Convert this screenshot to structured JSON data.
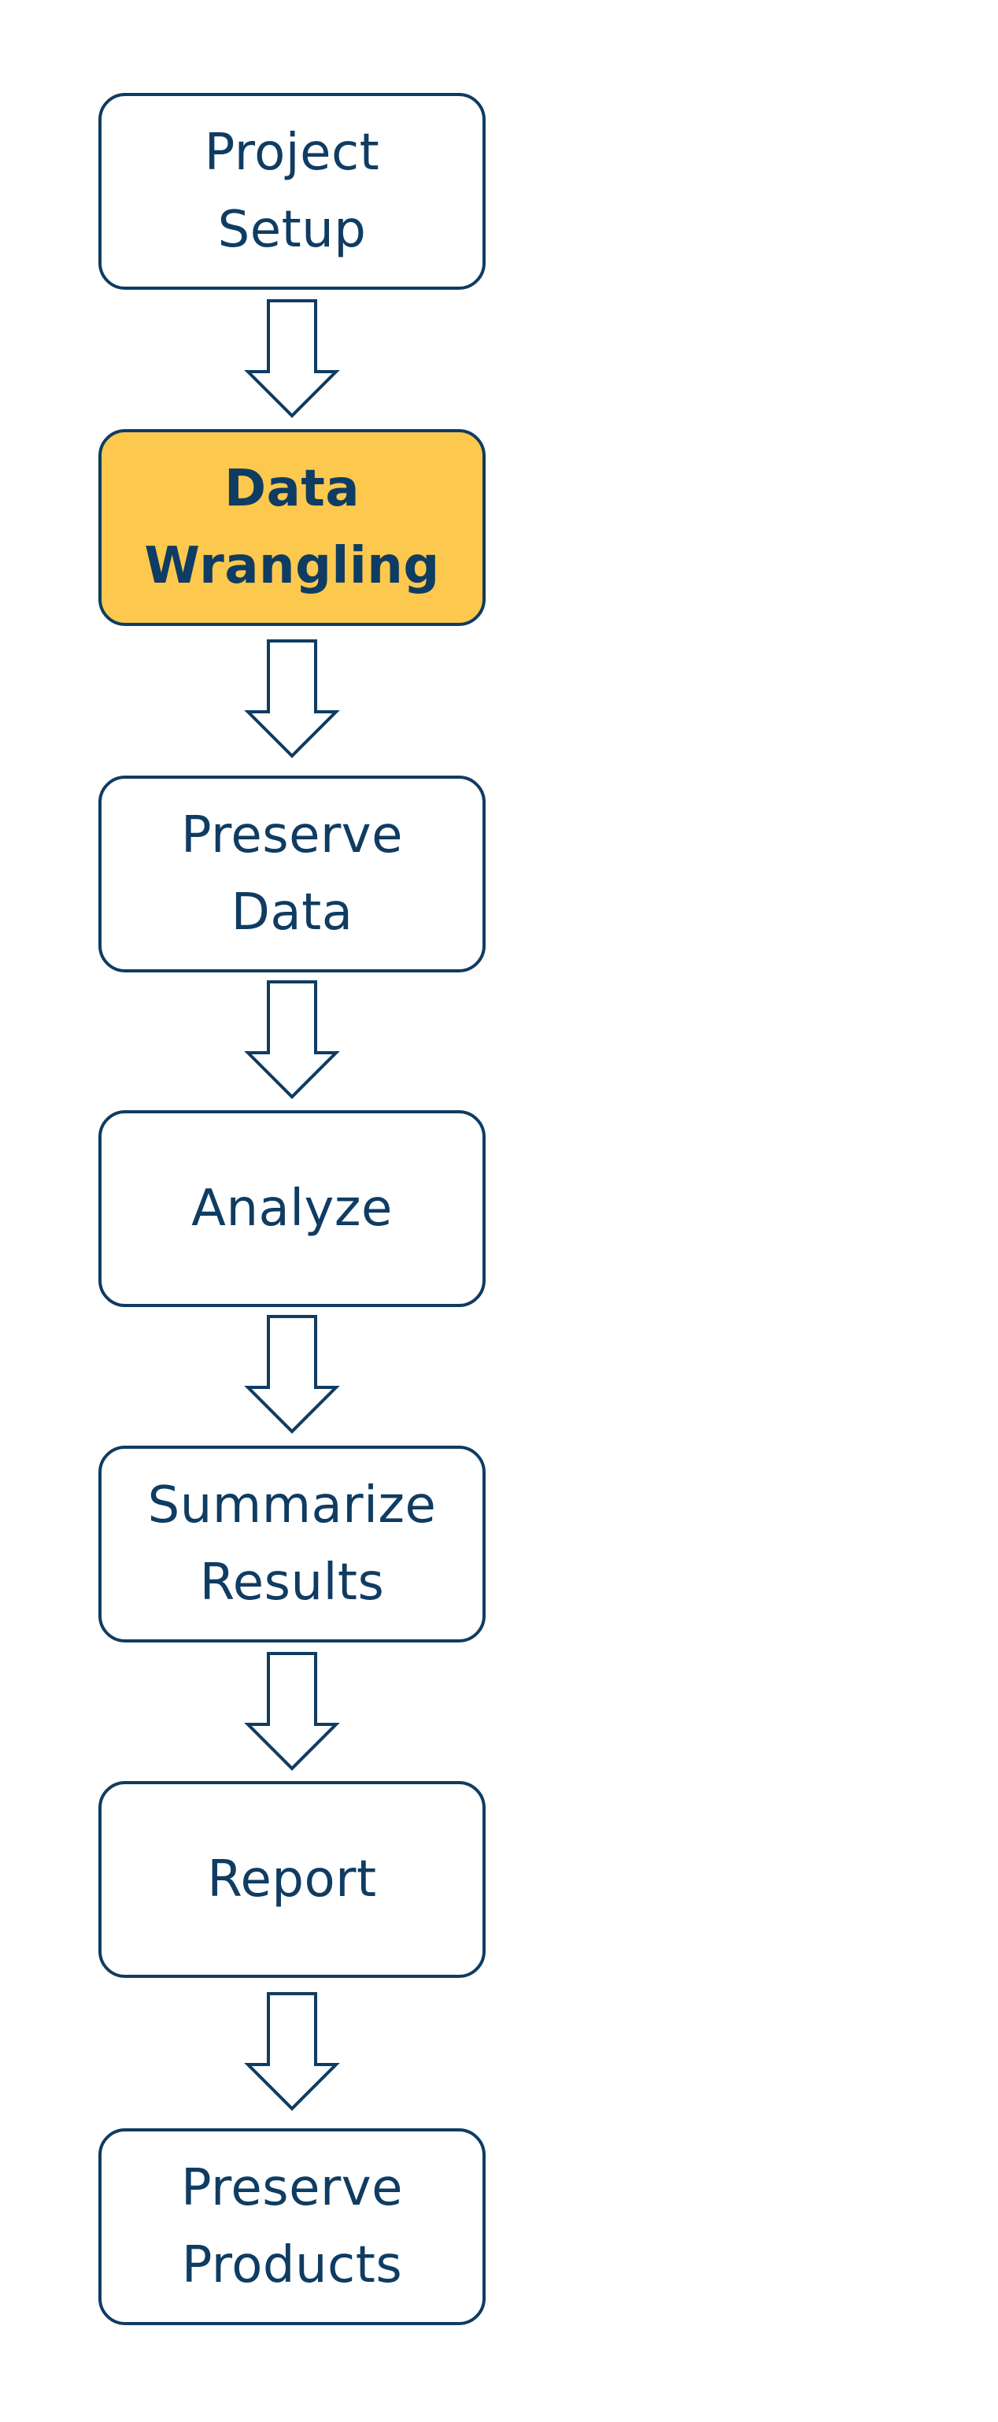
{
  "workflow": {
    "steps": [
      {
        "lines": [
          "Project",
          "Setup"
        ]
      },
      {
        "lines": [
          "Data",
          "Wrangling"
        ],
        "highlighted": true
      },
      {
        "lines": [
          "Preserve",
          "Data"
        ]
      },
      {
        "lines": [
          "Analyze"
        ]
      },
      {
        "lines": [
          "Summarize",
          "Results"
        ]
      },
      {
        "lines": [
          "Report"
        ]
      },
      {
        "lines": [
          "Preserve",
          "Products"
        ]
      }
    ],
    "colors": {
      "outline": "#0f3c62",
      "text": "#0f3c62",
      "highlight_fill": "#fdc84e",
      "box_fill": "#ffffff"
    }
  }
}
